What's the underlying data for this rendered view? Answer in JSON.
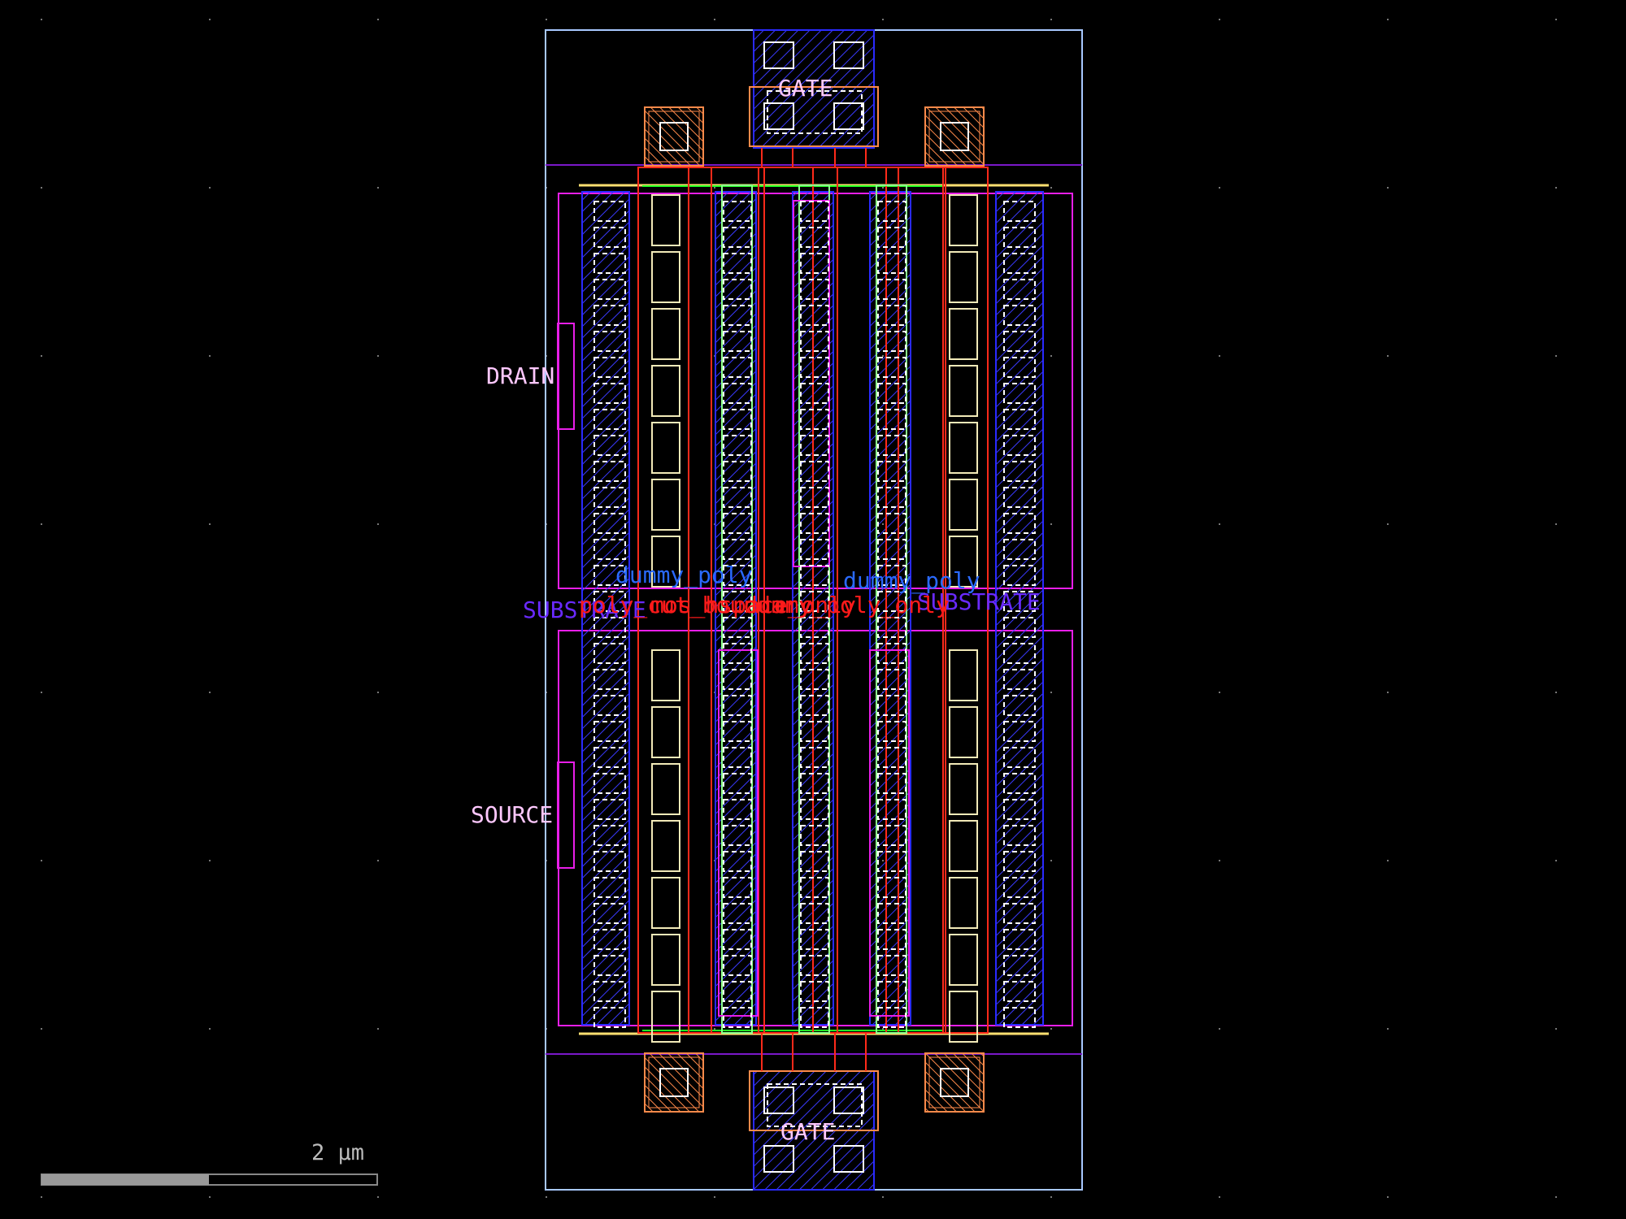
{
  "labels": {
    "gate_top": "GATE",
    "gate_bottom": "GATE",
    "drain": "DRAIN",
    "source": "SOURCE",
    "dummy_poly_left": "dummy_poly",
    "dummy_poly_right": "dummy_poly",
    "substrate_left": "SUBSTRATE",
    "substrate_right": "SUBSTRATE",
    "overlap_red_1": "poly_cut_boundary",
    "overlap_red_2": "mos_hspace_only",
    "overlap_red_3": "dummy_poly_only"
  },
  "scale_bar": {
    "label": "2 µm"
  },
  "colors": {
    "background": "#000000",
    "boundary": "#a8c8ff",
    "poly_red": "#ff2a1a",
    "metal_blue": "#2a2aff",
    "metal_hatch": "#3a3aff",
    "magenta": "#e81ee8",
    "purple": "#7a18c8",
    "contact_white": "#ffffff",
    "contact_cream": "#f2eab8",
    "via_orange": "#ff8a4a",
    "green": "#22ff22",
    "yellow": "#ffe070",
    "text_pink": "#ffc8ff",
    "text_blue": "#2a6aff",
    "text_red": "#ff1a1a",
    "text_purple": "#6a2aff",
    "text_gray": "#bbbbbb"
  }
}
